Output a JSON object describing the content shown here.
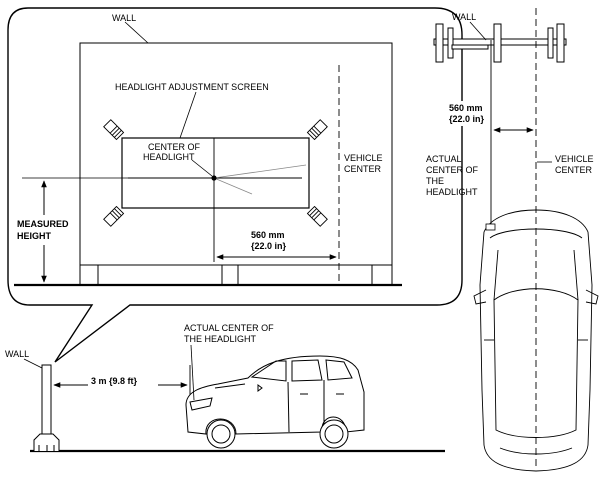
{
  "labels": {
    "wall_callout": "WALL",
    "headlight_screen": "HEADLIGHT ADJUSTMENT SCREEN",
    "center_of_headlight_l1": "CENTER OF",
    "center_of_headlight_l2": "HEADLIGHT",
    "vehicle_center_screen_l1": "VEHICLE",
    "vehicle_center_screen_l2": "CENTER",
    "measured_height_l1": "MEASURED",
    "measured_height_l2": "HEIGHT",
    "dim_screen_mm": "560 mm",
    "dim_screen_in": "{22.0 in}",
    "wall_top": "WALL",
    "dim_top_mm": "560 mm",
    "dim_top_in": "{22.0 in}",
    "actual_center_top_l1": "ACTUAL",
    "actual_center_top_l2": "CENTER OF",
    "actual_center_top_l3": "THE",
    "actual_center_top_l4": "HEADLIGHT",
    "vehicle_center_top_l1": "VEHICLE",
    "vehicle_center_top_l2": "CENTER",
    "wall_side": "WALL",
    "distance": "3 m {9.8 ft}",
    "actual_center_side_l1": "ACTUAL CENTER OF",
    "actual_center_side_l2": "THE HEADLIGHT"
  }
}
